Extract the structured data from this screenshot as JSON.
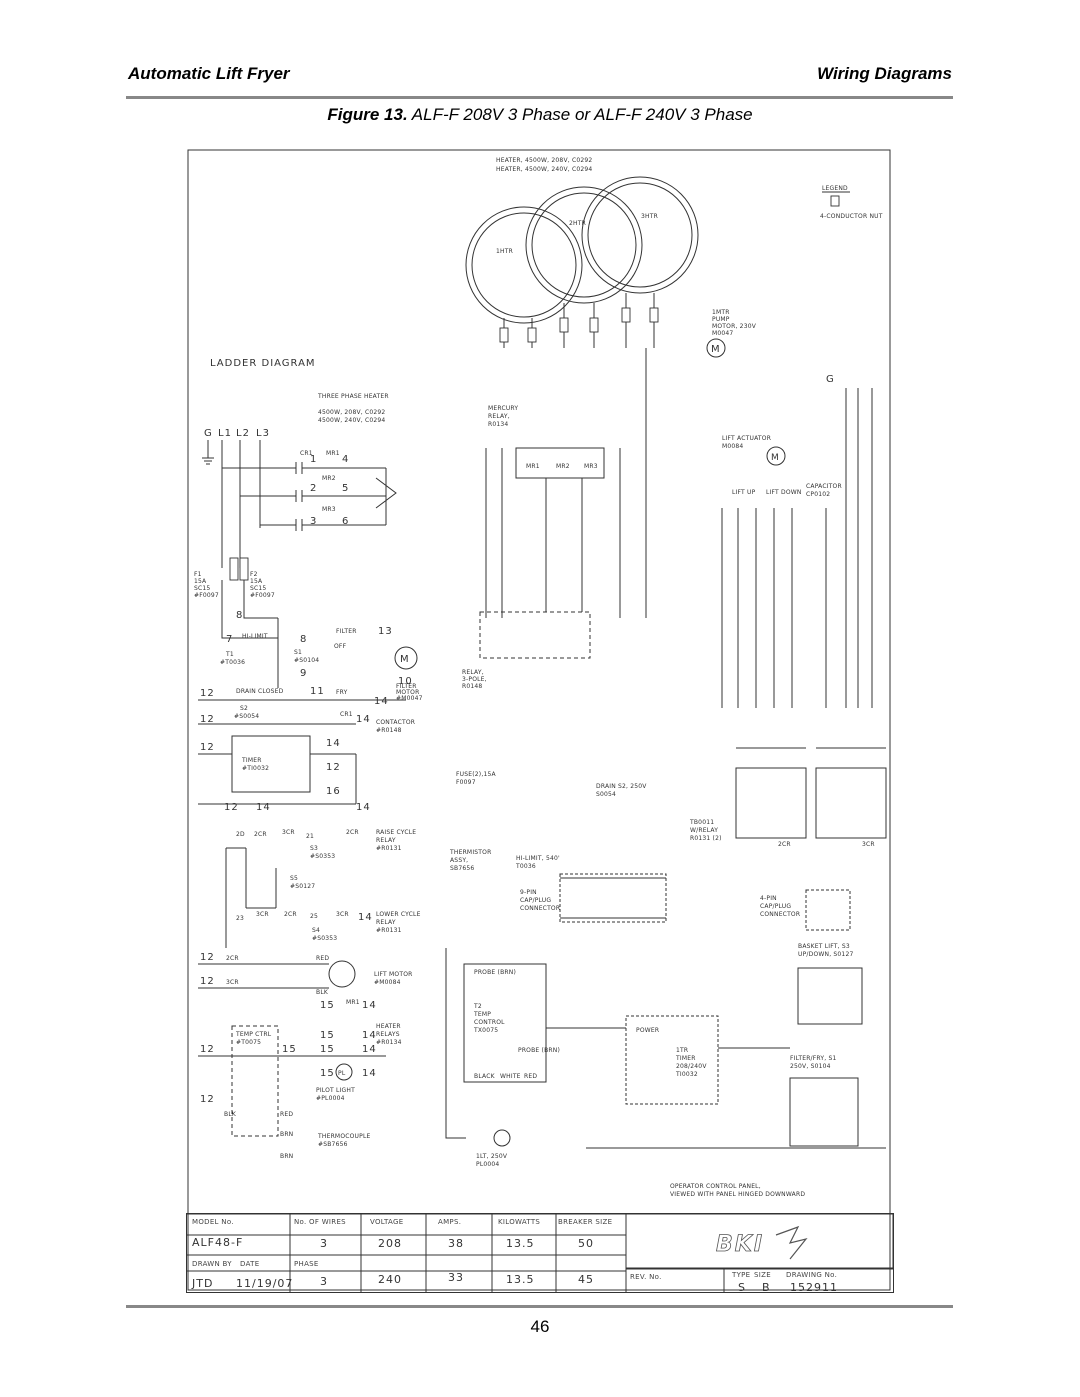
{
  "header": {
    "left_title": "Automatic Lift Fryer",
    "right_title": "Wiring Diagrams"
  },
  "figure": {
    "number": "Figure 13.",
    "caption": "ALF-F 208V 3 Phase or ALF-F 240V 3 Phase"
  },
  "diagram": {
    "heater_note_1": "HEATER, 4500W, 208V, C0292",
    "heater_note_2": "HEATER, 4500W, 240V, C0294",
    "heater_labels": [
      "1HTR",
      "2HTR",
      "3HTR"
    ],
    "legend_title": "LEGEND",
    "legend_note": "4-CONDUCTOR NUT",
    "pump_motor": [
      "1MTR",
      "PUMP",
      "MOTOR, 230V",
      "M0047"
    ],
    "ladder_title": "LADDER DIAGRAM",
    "three_phase": [
      "THREE PHASE HEATER",
      "4500W, 208V, C0292",
      "4500W, 240V, C0294"
    ],
    "lines": [
      "G",
      "L1",
      "L2",
      "L3"
    ],
    "mercury_relay": [
      "MERCURY",
      "RELAY,",
      "R0134"
    ],
    "mr_labels": [
      "MR1",
      "MR2",
      "MR3"
    ],
    "lift_actuator": [
      "LIFT ACTUATOR",
      "M0084"
    ],
    "capacitor": [
      "CAPACITOR",
      "CP0102"
    ],
    "lift_up": "LIFT UP",
    "lift_down": "LIFT DOWN",
    "fuse_f1": [
      "F1",
      "15A",
      "SC15",
      "#F0097"
    ],
    "fuse_f2": [
      "F2",
      "15A",
      "SC15",
      "#F0097"
    ],
    "hi_limit": "HI-LIMIT",
    "t1": [
      "T1",
      "#T0036"
    ],
    "filter": "FILTER",
    "s1": [
      "S1",
      "#S0104"
    ],
    "off": "OFF",
    "fry": "FRY",
    "filter_motor": [
      "FILTER",
      "MOTOR",
      "#M0047"
    ],
    "drain_closed": "DRAIN CLOSED",
    "s2": [
      "S2",
      "#S0054"
    ],
    "cr1": "CR1",
    "contactor": [
      "CONTACTOR",
      "#R0148"
    ],
    "timer": [
      "TIMER",
      "#TI0032"
    ],
    "raise_cycle": [
      "RAISE CYCLE",
      "RELAY",
      "#R0131"
    ],
    "lower_cycle": [
      "LOWER CYCLE",
      "RELAY",
      "#R0131"
    ],
    "s3": [
      "S3",
      "#S0353"
    ],
    "s4": [
      "S4",
      "#S0353"
    ],
    "s5": [
      "S5",
      "#S0127"
    ],
    "lift_motor": [
      "LIFT MOTOR",
      "#M0084"
    ],
    "heater_relays": [
      "HEATER",
      "RELAYS",
      "#R0134"
    ],
    "temp_ctrl": [
      "TEMP CTRL",
      "#T0075"
    ],
    "pilot_light": [
      "PILOT LIGHT",
      "#PL0004"
    ],
    "thermocouple": [
      "THERMOCOUPLE",
      "#SB7656"
    ],
    "relay_3pole": [
      "RELAY,",
      "3-POLE,",
      "R0148"
    ],
    "fuse2": [
      "FUSE(2),15A",
      "F0097"
    ],
    "drain_s2": [
      "DRAIN S2, 250V",
      "S0054"
    ],
    "tb0011": [
      "TB0011",
      "W/RELAY",
      "R0131 (2)"
    ],
    "thermistor": [
      "THERMISTOR",
      "ASSY,",
      "SB7656"
    ],
    "hi_limit_540": [
      "HI-LIMIT, 540'",
      "T0036"
    ],
    "pin9": [
      "9-PIN",
      "CAP/PLUG",
      "CONNECTOR"
    ],
    "pin4": [
      "4-PIN",
      "CAP/PLUG",
      "CONNECTOR"
    ],
    "basket_lift": [
      "BASKET LIFT, S3",
      "UP/DOWN, S0127"
    ],
    "temp_control": [
      "T2",
      "TEMP",
      "CONTROL",
      "TX0075"
    ],
    "power": "POWER",
    "timer_1tr": [
      "1TR",
      "TIMER",
      "208/240V",
      "TI0032"
    ],
    "filter_fry": [
      "FILTER/FRY, S1",
      "250V, S0104"
    ],
    "light_1lt": [
      "1LT, 250V",
      "PL0004"
    ],
    "operator_panel": [
      "OPERATOR CONTROL PANEL,",
      "VIEWED WITH PANEL HINGED DOWNWARD"
    ],
    "cr_labels": [
      "2CR",
      "3CR"
    ],
    "probe_labels": [
      "PROBE (BRN)",
      "PROBE (BRN)"
    ],
    "wire_colors": [
      "BLACK",
      "WHITE",
      "RED",
      "BLK",
      "BRN",
      "RED",
      "BLK"
    ],
    "logo_text": "BKI"
  },
  "title_block": {
    "model_label": "MODEL No.",
    "model_value": "ALF48-F",
    "wires_label": "No. OF WIRES",
    "voltage_label": "VOLTAGE",
    "amps_label": "AMPS.",
    "kilowatts_label": "KILOWATTS",
    "breaker_label": "BREAKER SIZE",
    "rows": [
      {
        "wires": "3",
        "voltage": "208",
        "amps": "38",
        "kw": "13.5",
        "breaker": "50"
      },
      {
        "wires": "3",
        "voltage": "240",
        "amps": "33",
        "kw": "13.5",
        "breaker": "45"
      }
    ],
    "drawn_by_label": "DRAWN BY",
    "date_label": "DATE",
    "phase_label": "PHASE",
    "drawn_by": "JTD",
    "date": "11/19/07",
    "rev_label": "REV. No.",
    "type_label": "TYPE",
    "size_label": "SIZE",
    "drawing_label": "DRAWING No.",
    "type": "S",
    "size": "B",
    "drawing_no": "152911"
  },
  "footer": {
    "page_number": "46"
  }
}
